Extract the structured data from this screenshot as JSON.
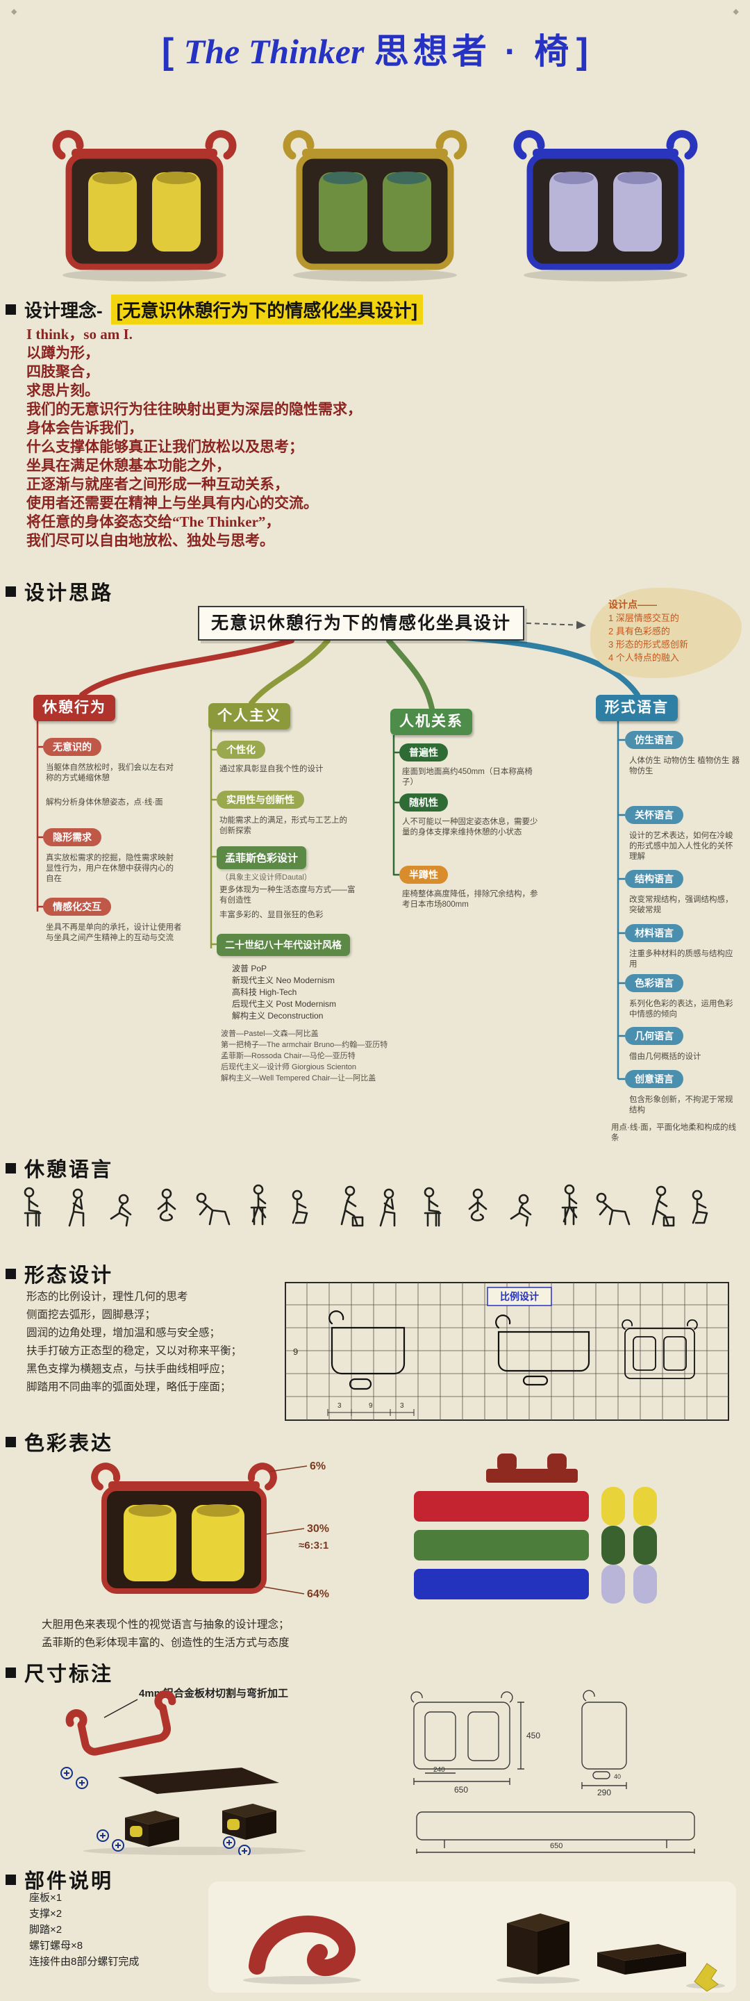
{
  "colors": {
    "bg": "#ece7d5",
    "blue": "#2632c2",
    "poem": "#8b2320",
    "ink": "#141414",
    "yellow": "#f2d410",
    "red": "#b0342c",
    "red2": "#c42430",
    "olive": "#8d9a3c",
    "green": "#5c8a46",
    "dgreen": "#2f6b34",
    "steel": "#2f7ea3",
    "steel2": "#4b8fae",
    "orange": "#d98c2b",
    "tan": "#e9d9ae",
    "tantext": "#c2581e",
    "brown": "#2a1c12",
    "lav": "#b9b5d8",
    "gold": "#b8962e",
    "seatyellow": "#e2cb3a"
  },
  "header": {
    "corner_left": "◆",
    "corner_right": "◆",
    "bracket_l": "[",
    "title_en": "The Thinker",
    "title_zh": "思想者 · 椅",
    "bracket_r": "]"
  },
  "concept": {
    "label": "设计理念-",
    "highlight": "[无意识休憩行为下的情感化坐具设计]",
    "poem": [
      "I think，so am I.",
      "以蹲为形，",
      "四肢聚合，",
      "求思片刻。",
      "我们的无意识行为往往映射出更为深层的隐性需求，",
      "身体会告诉我们，",
      "什么支撑体能够真正让我们放松以及思考；",
      "坐具在满足休憩基本功能之外，",
      "正逐渐与就座者之间形成一种互动关系，",
      "使用者还需要在精神上与坐具有内心的交流。",
      "将任意的身体姿态交给“The Thinker”，",
      "我们尽可以自由地放松、独处与思考。"
    ]
  },
  "mindmap": {
    "title": "设计思路",
    "center": "无意识休憩行为下的情感化坐具设计",
    "note": {
      "title": "设计点——",
      "lines": [
        "1 深层情感交互的",
        "2 具有色彩感的",
        "3 形态的形式感创新",
        "4 个人特点的融入"
      ]
    },
    "b1": {
      "label": "休憩行为",
      "n1": "无意识的",
      "d1a": "当躯体自然放松时，我们会以左右对称的方式蜷缩休憩",
      "d1b": "解构分析身体休憩姿态，点·线·面",
      "n2": "隐形需求",
      "d2": "真实放松需求的挖掘，隐性需求映射显性行为，用户在休憩中获得内心的自在",
      "n3": "情感化交互",
      "d3": "坐具不再是单向的承托，设计让使用者与坐具之间产生精神上的互动与交流"
    },
    "b2": {
      "label": "个人主义",
      "n1": "个性化",
      "d1": "通过家具彰显自我个性的设计",
      "n2": "实用性与创新性",
      "d2": "功能需求上的满足，形式与工艺上的创新探索",
      "n3": "孟菲斯色彩设计",
      "n3s": "（具象主义设计师Dautal）",
      "d3a": "更多体现为一种生活态度与方式——富有创造性",
      "d3b": "丰富多彩的、显目张狂的色彩",
      "n4": "二十世纪八十年代设计风格",
      "styles": [
        "波普 PoP",
        "新现代主义 Neo Modernism",
        "高科技 High-Tech",
        "后现代主义 Post Modernism",
        "解构主义 Deconstruction"
      ],
      "chairs": [
        "波普—Pastel—文森—阿比盖",
        "第一把椅子—The armchair Bruno—约翰—亚历特",
        "孟菲斯—Rossoda Chair—马伦—亚历特",
        "后现代主义—设计师 Giorgious Scienton",
        "解构主义—Well Tempered Chair—让—阿比盖"
      ]
    },
    "b3": {
      "label": "人机关系",
      "n1": "普遍性",
      "d1": "座面到地面高约450mm（日本称高椅子）",
      "n2": "随机性",
      "d2": "人不可能以一种固定姿态休息，需要少量的身体支撑来维持休憩的小状态",
      "n3": "半蹲性",
      "d3": "座椅整体高度降低，排除冗余结构，参考日本市场800mm"
    },
    "b4": {
      "label": "形式语言",
      "items": [
        {
          "t": "仿生语言",
          "d": "人体仿生 动物仿生 植物仿生 器物仿生"
        },
        {
          "t": "关怀语言",
          "d": "设计的艺术表达，如何在冷峻的形式感中加入人性化的关怀理解"
        },
        {
          "t": "结构语言",
          "d": "改变常规结构，强调结构感，突破常规"
        },
        {
          "t": "材料语言",
          "d": "注重多种材料的质感与结构应用"
        },
        {
          "t": "色彩语言",
          "d": "系列化色彩的表达，运用色彩中情感的倾向"
        },
        {
          "t": "几何语言",
          "d": "借由几何概括的设计"
        },
        {
          "t": "创意语言",
          "d": "包含形象创新，不拘泥于常规结构"
        }
      ],
      "footer": "用点·线·面，平面化地柔和构成的线条"
    }
  },
  "postures": {
    "title": "休憩语言"
  },
  "form": {
    "title": "形态设计",
    "lines": [
      "形态的比例设计，理性几何的思考",
      "侧面挖去弧形，圆脚悬浮；",
      "圆润的边角处理，增加温和感与安全感；",
      "扶手打破方正态型的稳定，又以对称来平衡；",
      "黑色支撑为横翘支点，与扶手曲线相呼应；",
      "脚踏用不同曲率的弧面处理，略低于座面；"
    ],
    "grid": {
      "label": "比例设计",
      "side": "9",
      "segs": [
        "3",
        "9",
        "3"
      ]
    }
  },
  "color_section": {
    "title": "色彩表达",
    "pct_top": "6%",
    "pct_mid": "30%",
    "ratio": "≈6:3:1",
    "pct_bottom": "64%",
    "captions": [
      "大胆用色来表现个性的视觉语言与抽象的设计理念；",
      "孟菲斯的色彩体现丰富的、创造性的生活方式与态度"
    ]
  },
  "dimension": {
    "title": "尺寸标注",
    "note": "4mm铝合金板材切割与弯折加工",
    "dims": {
      "width": "650",
      "height": "450",
      "depth": "290",
      "seat": "240",
      "foot": "40"
    }
  },
  "parts": {
    "title": "部件说明",
    "list": [
      "座板×1",
      "支撑×2",
      "脚踏×2",
      "螺钉螺母×8",
      "连接件由8部分螺钉完成"
    ]
  }
}
